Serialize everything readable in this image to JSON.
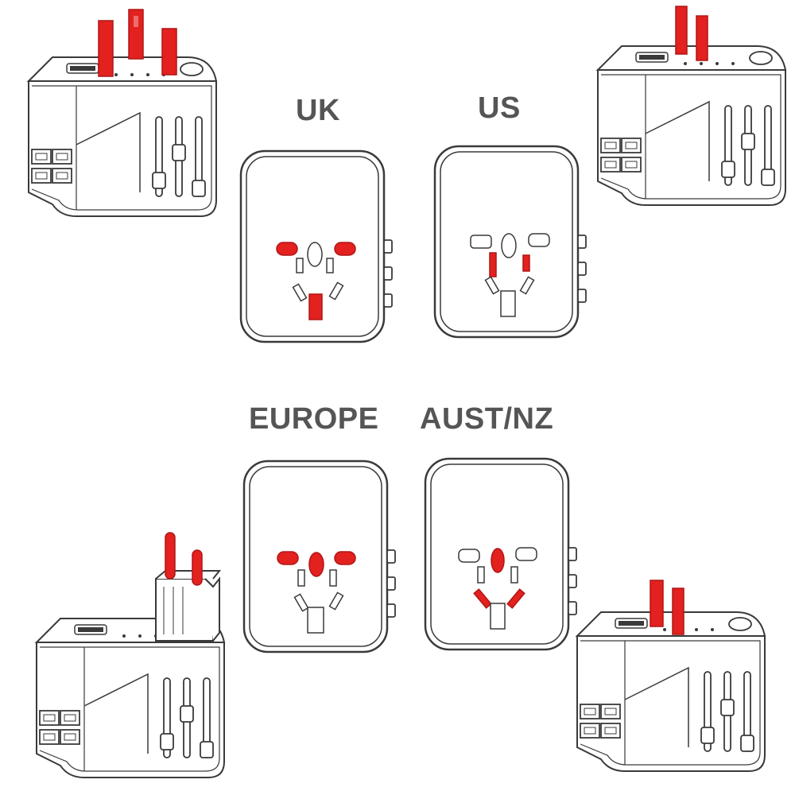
{
  "colors": {
    "outline": "#3a3a3a",
    "pin_active": "#e3211f",
    "pin_active_stroke": "#b01515",
    "label": "#555555",
    "background": "#ffffff"
  },
  "diagram": {
    "panels": [
      {
        "id": "uk",
        "label": "UK",
        "active_pins": [
          "uk-left",
          "uk-right",
          "uk-earth"
        ]
      },
      {
        "id": "us",
        "label": "US",
        "active_pins": [
          "us-left",
          "us-right"
        ]
      },
      {
        "id": "europe",
        "label": "EUROPE",
        "active_pins": [
          "eu-left",
          "eu-right",
          "eu-center"
        ]
      },
      {
        "id": "aust-nz",
        "label": "AUST/NZ",
        "active_pins": [
          "au-center",
          "au-left",
          "au-right"
        ]
      }
    ],
    "adapters": [
      {
        "id": "adapter-uk",
        "plug": "uk"
      },
      {
        "id": "adapter-us",
        "plug": "us"
      },
      {
        "id": "adapter-europe",
        "plug": "europe"
      },
      {
        "id": "adapter-aust-nz",
        "plug": "aust-nz"
      }
    ]
  }
}
